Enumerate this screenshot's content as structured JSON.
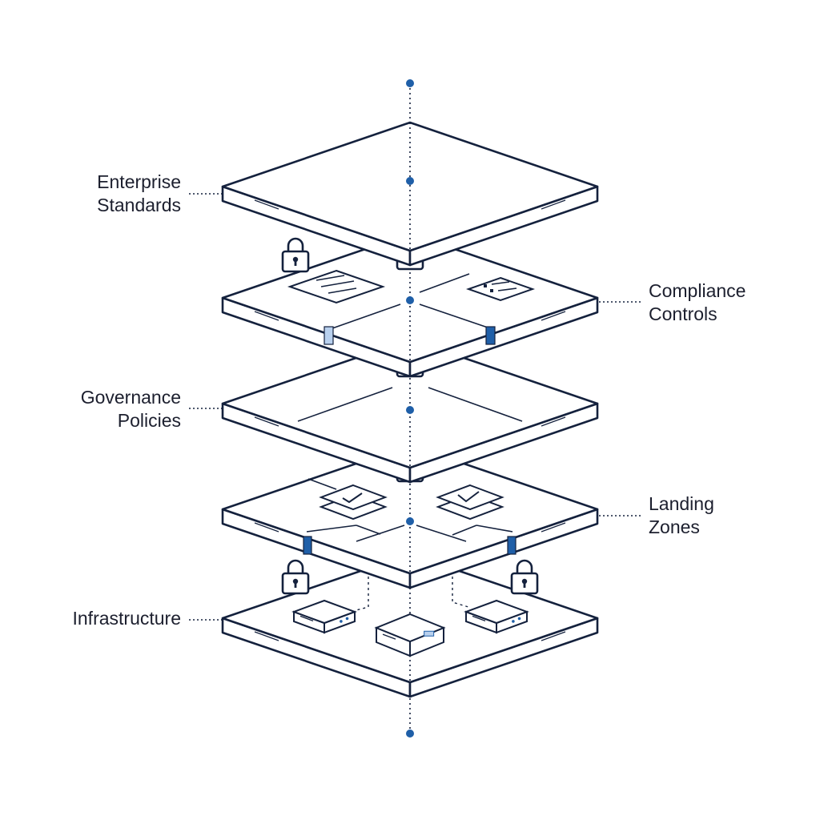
{
  "colors": {
    "stroke": "#14213d",
    "accent": "#1f5fa8",
    "accent_light": "#b8d0ee",
    "background": "#ffffff"
  },
  "layers": [
    {
      "id": "enterprise-standards",
      "lines": [
        "Enterprise",
        "Standards"
      ],
      "side": "left"
    },
    {
      "id": "compliance-controls",
      "lines": [
        "Compliance",
        "Controls"
      ],
      "side": "right"
    },
    {
      "id": "governance-policies",
      "lines": [
        "Governance",
        "Policies"
      ],
      "side": "left"
    },
    {
      "id": "landing-zones",
      "lines": [
        "Landing",
        "Zones"
      ],
      "side": "right"
    },
    {
      "id": "infrastructure",
      "lines": [
        "Infrastructure"
      ],
      "side": "left"
    }
  ],
  "icons": [
    "lock-icon",
    "document-icon",
    "checkbox-icon",
    "server-icon",
    "axis-dot-icon"
  ]
}
